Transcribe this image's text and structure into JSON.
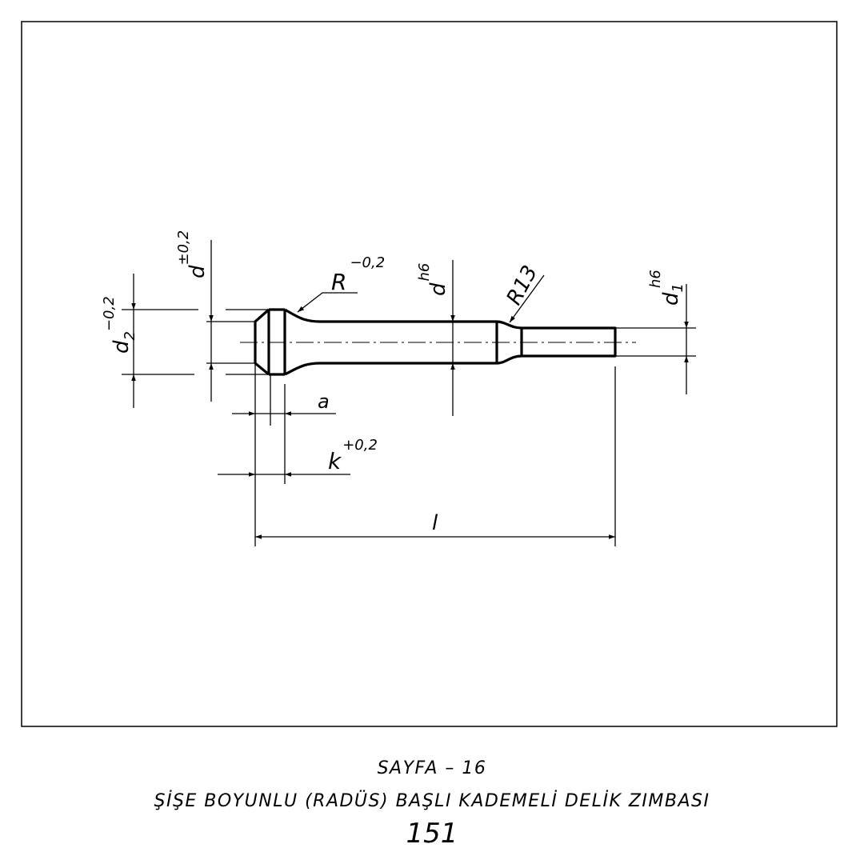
{
  "drawing": {
    "labels": {
      "d2": "d",
      "d2_sub": "2",
      "d2_tol": "−0,2",
      "d": "d",
      "d_tol": "±0,2",
      "r": "R",
      "r_tol": "−0,2",
      "d_shaft": "d",
      "d_shaft_tol": "h6",
      "r13": "R13",
      "d1": "d",
      "d1_sub": "1",
      "d1_tol": "h6",
      "a": "a",
      "k": "k",
      "k_tol": "+0,2",
      "l": "l"
    }
  },
  "caption": {
    "page": "SAYFA – 16",
    "title": "ŞİŞE BOYUNLU (RADÜS) BAŞLI KADEMELİ DELİK ZIMBASI",
    "number": "151"
  }
}
